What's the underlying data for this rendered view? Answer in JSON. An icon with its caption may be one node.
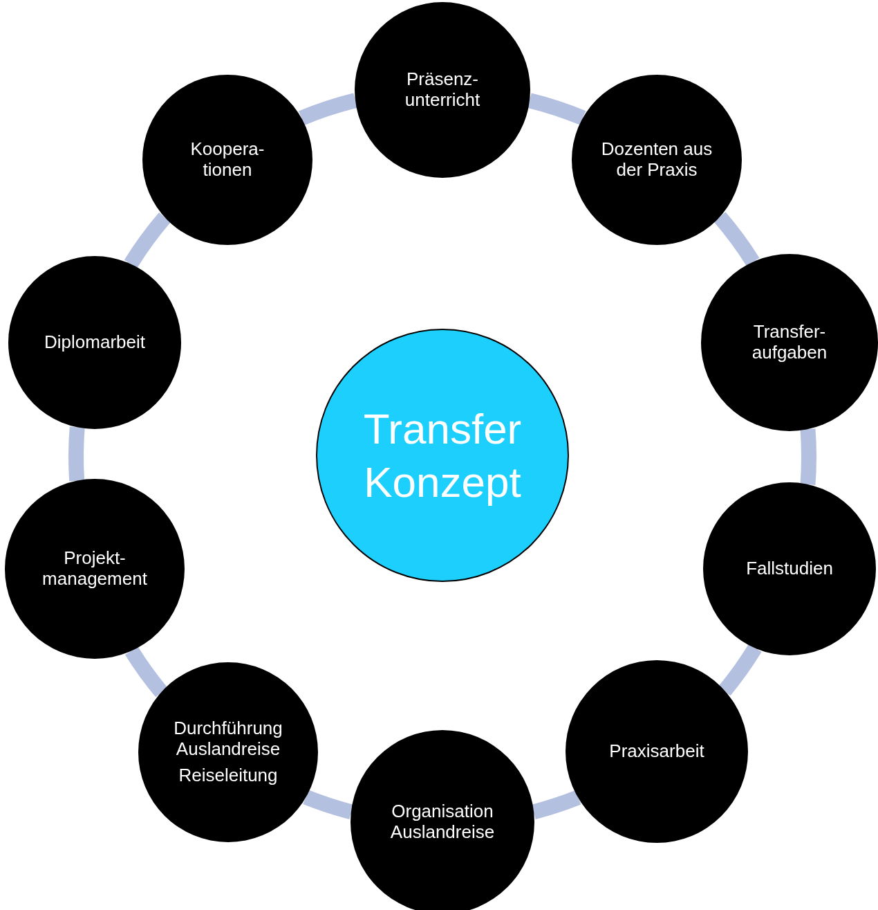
{
  "diagram": {
    "nodes": [
      {
        "text": [
          "Transfer Konzept"
        ]
      },
      {
        "text": [
          "Präsenz- unterricht"
        ]
      },
      {
        "text": [
          "Dozenten aus der Praxis"
        ]
      },
      {
        "text": [
          "Transfer- aufgaben"
        ]
      },
      {
        "text": [
          "Fallstudien"
        ]
      },
      {
        "text": [
          "Praxisarbeit"
        ]
      },
      {
        "text": [
          "Organisation Auslandreise"
        ]
      },
      {
        "text": [
          "Durchführung Auslandreise",
          "Reiseleitung"
        ]
      },
      {
        "text": [
          "Projekt- management"
        ]
      },
      {
        "text": [
          "Diplomarbeit"
        ]
      },
      {
        "text": [
          "Koopera- tionen"
        ]
      }
    ],
    "edges": [
      {
        "from": 1,
        "to": 2,
        "arrow": "none"
      },
      {
        "from": 2,
        "to": 3,
        "arrow": "none"
      },
      {
        "from": 3,
        "to": 4,
        "arrow": "none"
      },
      {
        "from": 4,
        "to": 5,
        "arrow": "none"
      },
      {
        "from": 5,
        "to": 6,
        "arrow": "none"
      },
      {
        "from": 6,
        "to": 7,
        "arrow": "none"
      },
      {
        "from": 7,
        "to": 8,
        "arrow": "none"
      },
      {
        "from": 8,
        "to": 9,
        "arrow": "none"
      },
      {
        "from": 9,
        "to": 10,
        "arrow": "none"
      },
      {
        "from": 10,
        "to": 1,
        "arrow": "none"
      }
    ]
  }
}
